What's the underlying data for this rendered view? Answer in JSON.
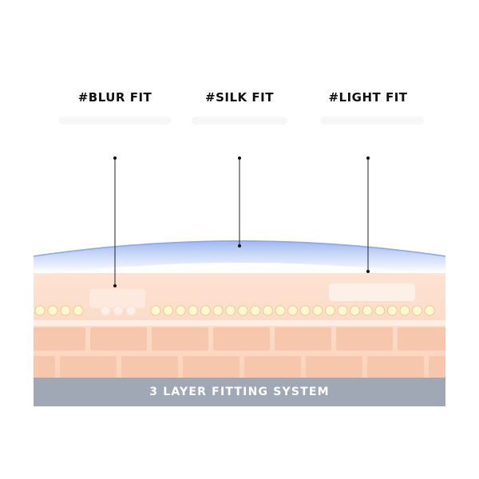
{
  "labels": {
    "blur": "#BLUR FIT",
    "silk": "#SILK FIT",
    "light": "#LIGHT FIT"
  },
  "footer": {
    "title": "3 LAYER FITTING SYSTEM"
  },
  "colors": {
    "film_blue": "#a9bff0",
    "skin": "#fbd9c4",
    "brick": "#f7c7ad",
    "mortar": "#fdeee4",
    "pearl": "#fff6d2",
    "footer_bar": "#a0a8b6",
    "text": "#111111"
  }
}
